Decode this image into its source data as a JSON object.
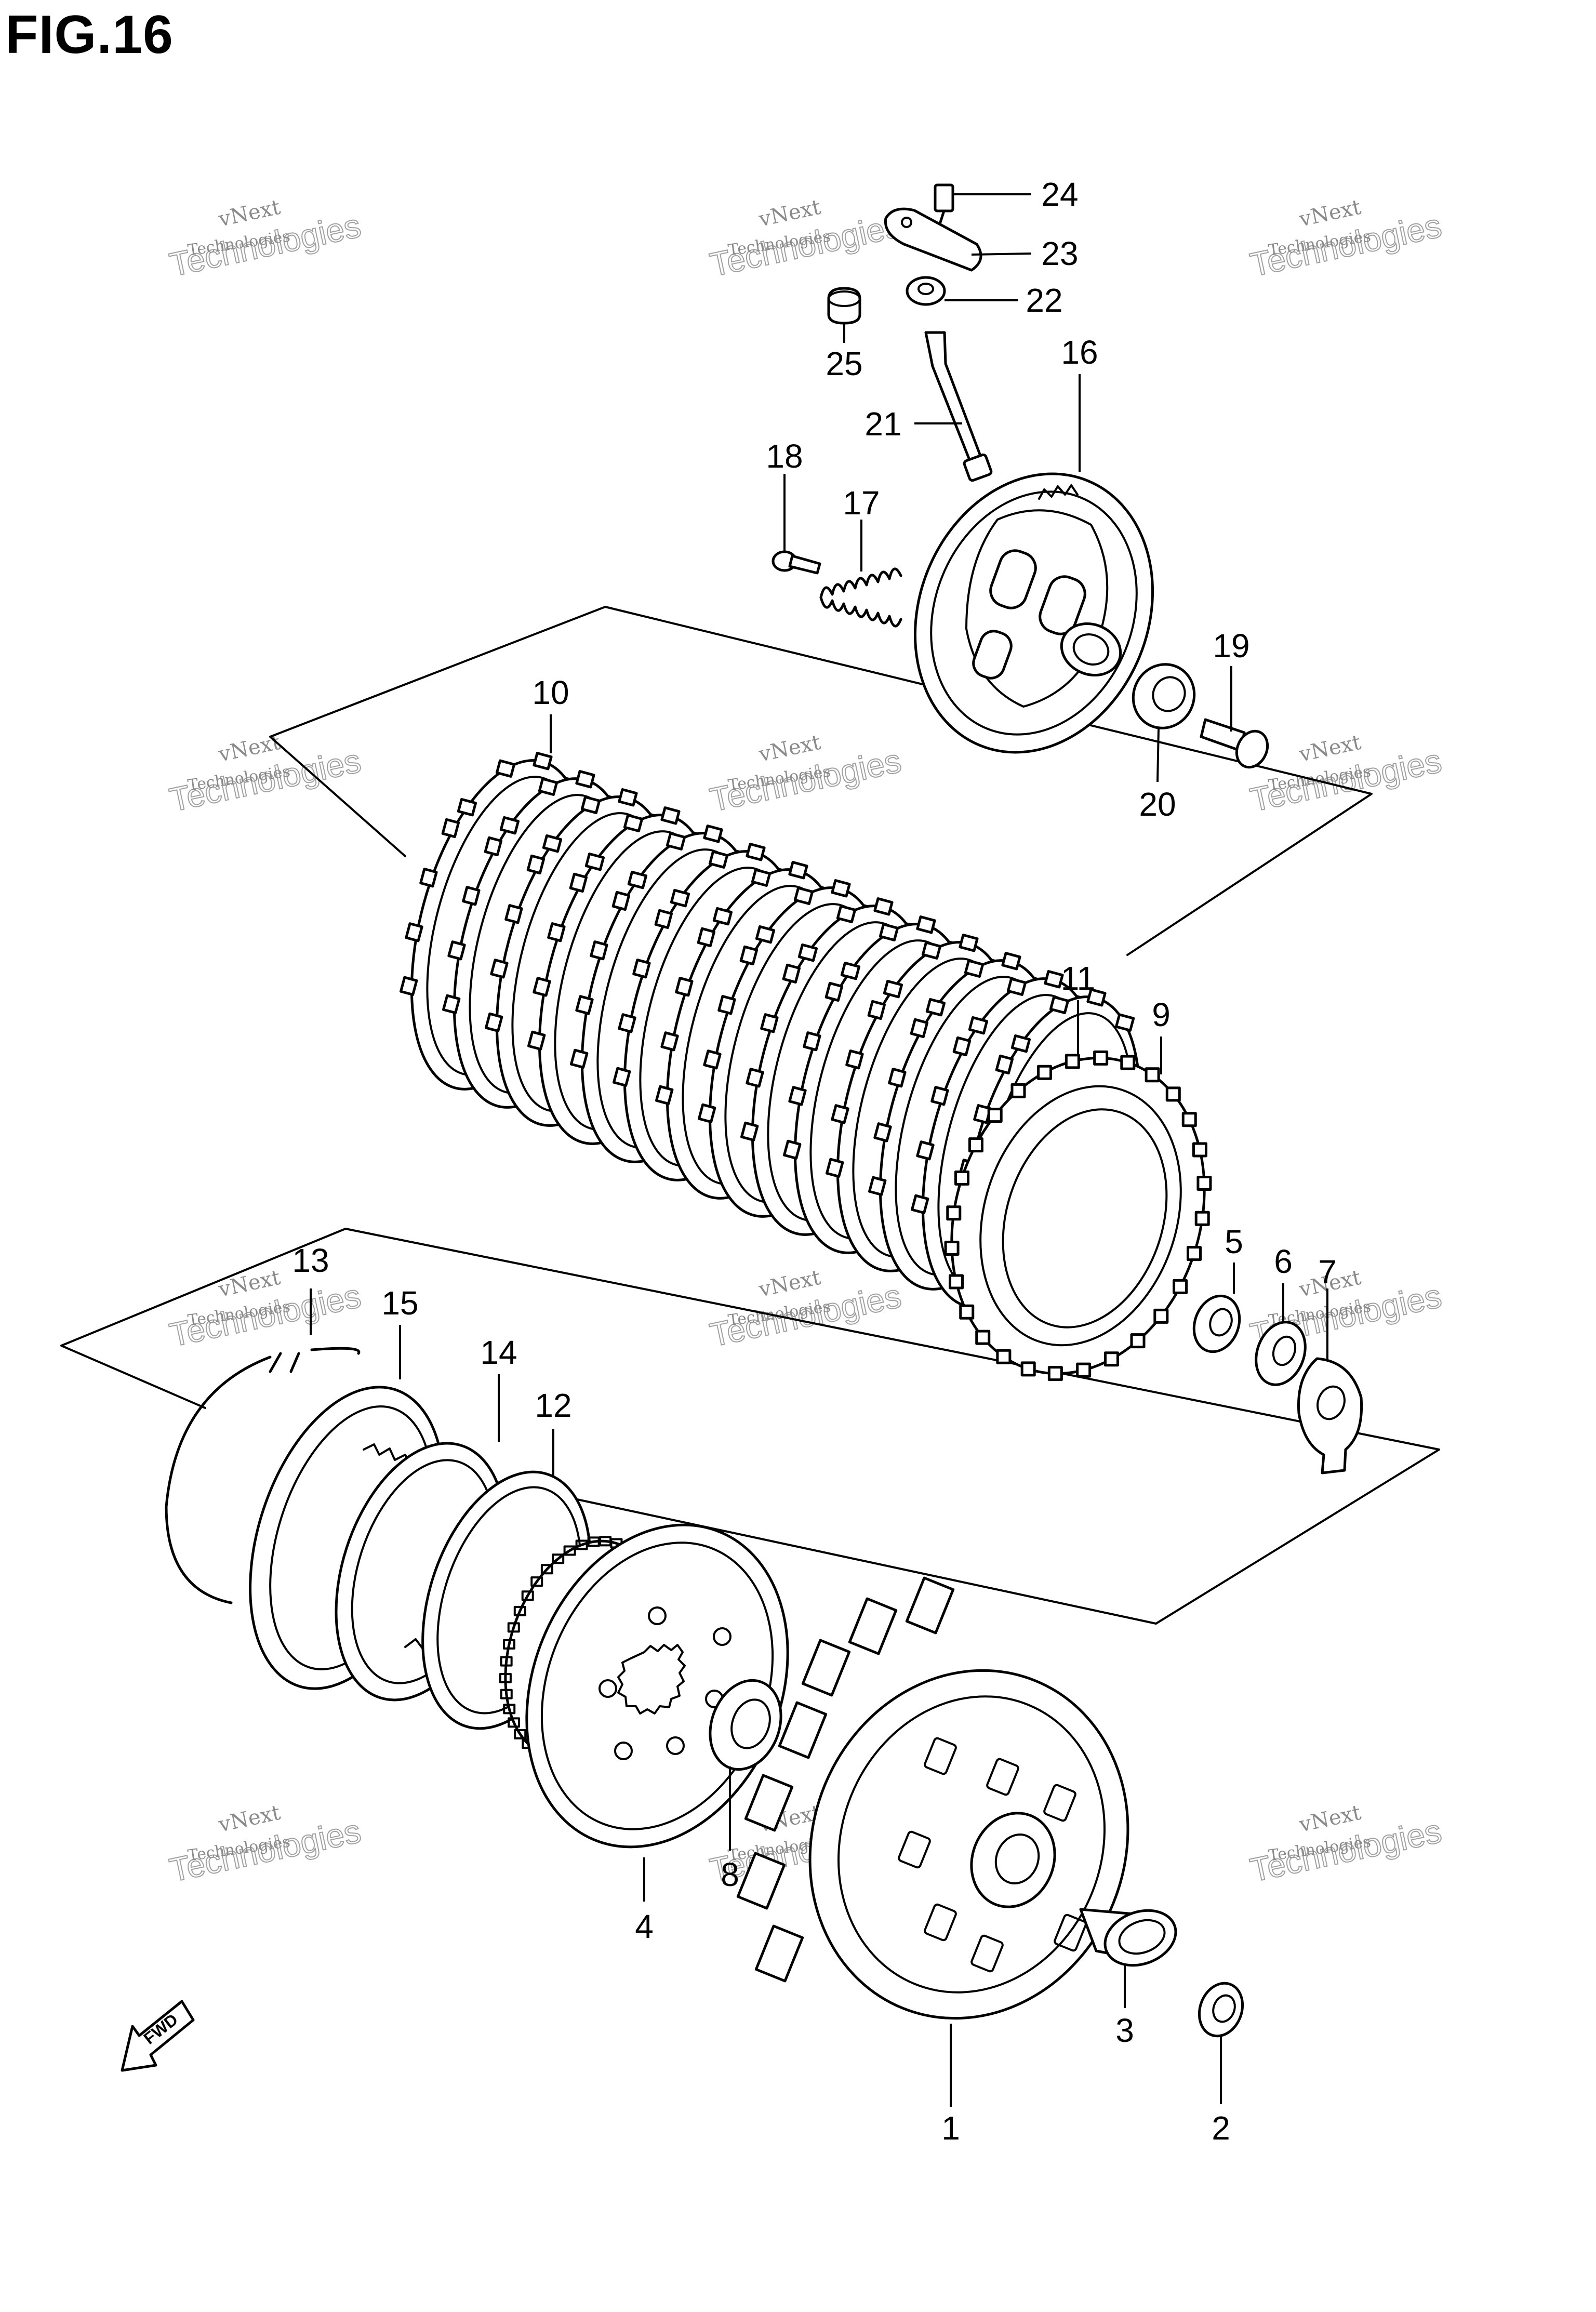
{
  "figure": {
    "title": "FIG.16"
  },
  "watermark": {
    "line1": "vNext",
    "line2": "Technologies",
    "ghost": "Technologies"
  },
  "fwd_label": "FWD",
  "callouts": [
    {
      "id": "c1",
      "label": "1"
    },
    {
      "id": "c2",
      "label": "2"
    },
    {
      "id": "c3",
      "label": "3"
    },
    {
      "id": "c4",
      "label": "4"
    },
    {
      "id": "c5",
      "label": "5"
    },
    {
      "id": "c6",
      "label": "6"
    },
    {
      "id": "c7",
      "label": "7"
    },
    {
      "id": "c8",
      "label": "8"
    },
    {
      "id": "c9",
      "label": "9"
    },
    {
      "id": "c10",
      "label": "10"
    },
    {
      "id": "c11",
      "label": "11"
    },
    {
      "id": "c12",
      "label": "12"
    },
    {
      "id": "c13",
      "label": "13"
    },
    {
      "id": "c14",
      "label": "14"
    },
    {
      "id": "c15",
      "label": "15"
    },
    {
      "id": "c16",
      "label": "16"
    },
    {
      "id": "c17",
      "label": "17"
    },
    {
      "id": "c18",
      "label": "18"
    },
    {
      "id": "c19",
      "label": "19"
    },
    {
      "id": "c20",
      "label": "20"
    },
    {
      "id": "c21",
      "label": "21"
    },
    {
      "id": "c22",
      "label": "22"
    },
    {
      "id": "c23",
      "label": "23"
    },
    {
      "id": "c24",
      "label": "24"
    },
    {
      "id": "c25",
      "label": "25"
    }
  ],
  "colors": {
    "line": "#000000",
    "background": "#ffffff",
    "watermark": "#8a8a8a"
  }
}
